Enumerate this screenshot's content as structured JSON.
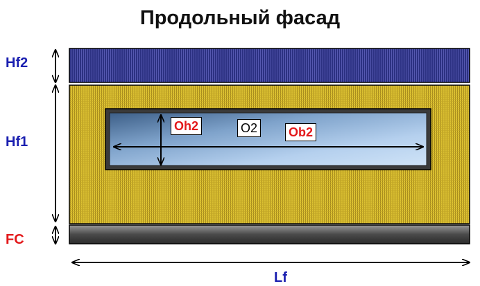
{
  "title": "Продольный фасад",
  "labels": {
    "hf2": "Hf2",
    "hf1": "Hf1",
    "fc": "FC",
    "lf": "Lf",
    "oh2": "Oh2",
    "o2": "O2",
    "ob2": "Ob2"
  },
  "colors": {
    "roof": "#2e3387",
    "wall": "#d9be2c",
    "foundation": "#5e5e5e",
    "window_glass_light": "#c4dcf3",
    "window_glass_dark": "#3c5e86",
    "dimension_blue": "#1a1fb0",
    "dimension_red": "#e3191b"
  }
}
